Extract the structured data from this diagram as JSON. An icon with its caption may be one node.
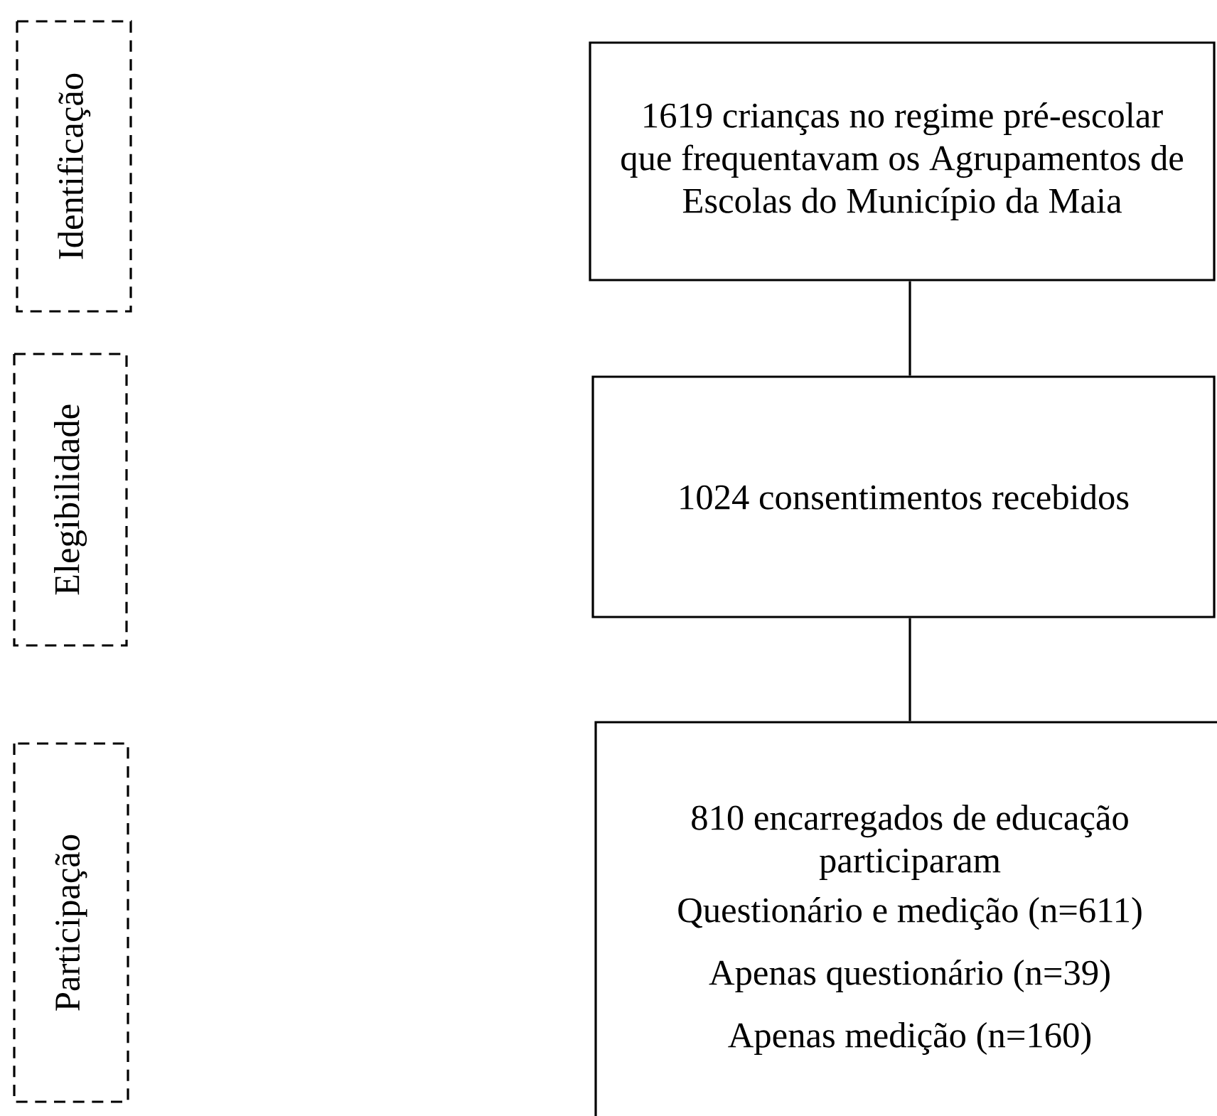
{
  "diagram": {
    "nodes": [
      {
        "text": [
          "Identificação"
        ]
      },
      {
        "text": [
          "Elegibilidade"
        ]
      },
      {
        "text": [
          "Participação"
        ]
      },
      {
        "text": [
          "1619 crianças no regime pré-escolar que frequentavam os Agrupamentos de Escolas do Município da Maia"
        ]
      },
      {
        "text": [
          "1024 consentimentos recebidos"
        ]
      },
      {
        "text": [
          "810 encarregados de educação participaram",
          "Questionário e medição (n=611)",
          "Apenas questionário (n=39)",
          "Apenas medição (n=160)"
        ]
      }
    ],
    "edges": [
      {
        "from": 3,
        "to": 4,
        "arrow": "none"
      },
      {
        "from": 4,
        "to": 5,
        "arrow": "none"
      }
    ]
  }
}
